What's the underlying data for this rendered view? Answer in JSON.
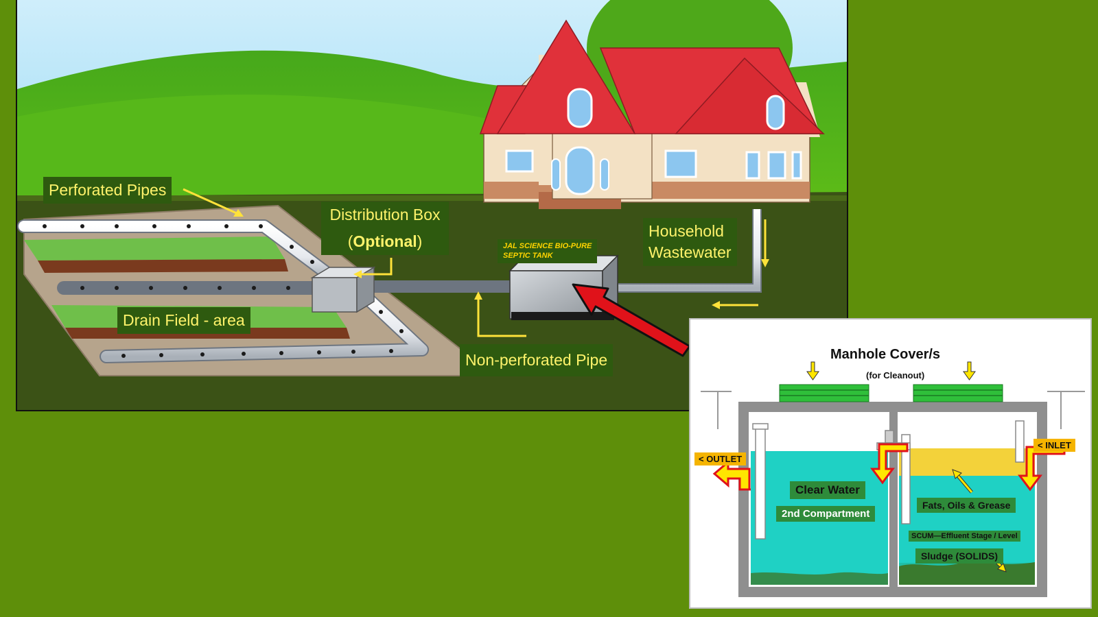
{
  "labels": {
    "perforated_pipes": "Perforated Pipes",
    "distribution_box": "Distribution Box",
    "optional_open": "(",
    "optional": "Optional",
    "optional_close": ")",
    "drain_field": "Drain Field - area",
    "non_perforated_pipe": "Non-perforated Pipe",
    "household_line1": "Household",
    "household_line2": "Wastewater",
    "tank_brand_line1": "JAL SCIENCE BIO-PURE",
    "tank_brand_line2": "SEPTIC TANK"
  },
  "inset": {
    "title": "Manhole Cover/s",
    "subtitle": "(for Cleanout)",
    "outlet": "<  OUTLET",
    "inlet": "<  INLET",
    "clear_water": "Clear Water",
    "second_compartment": "2nd  Compartment",
    "fats": "Fats, Oils & Grease",
    "scum": "SCUM—Effluent  Stage / Level",
    "sludge": "Sludge (SOLIDS)"
  },
  "colors": {
    "background": "#5e8f0a",
    "label_bg": "#2e5a0f",
    "label_text": "#fff36b",
    "water": "#1fd1c4",
    "grease": "#f3d23a",
    "roof": "#e0313a",
    "arrow": "#e0121a"
  },
  "icons": [
    "red-pointer-arrow",
    "yellow-flow-arrow"
  ]
}
